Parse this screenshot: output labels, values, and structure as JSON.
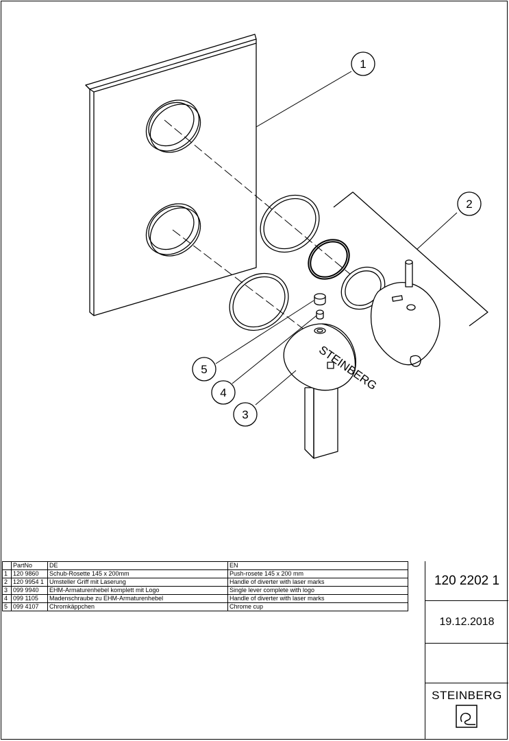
{
  "balloons": [
    "1",
    "2",
    "3",
    "4",
    "5"
  ],
  "parts_table": {
    "headers": [
      "",
      "PartNo",
      "DE",
      "EN"
    ],
    "rows": [
      [
        "1",
        "120 9860",
        "Schub-Rosette 145 x 200mm",
        "Push-rosete 145 x 200 mm"
      ],
      [
        "2",
        "120 9954 1",
        "Umsteller Griff mit Laserung",
        "Handle of diverter with laser marks"
      ],
      [
        "3",
        "099 9940",
        "EHM-Armaturenhebel komplett mit Logo",
        "Single lever complete with logo"
      ],
      [
        "4",
        "099 1105",
        "Madenschraube zu EHM-Armaturenhebel",
        "Handle of diverter with laser marks"
      ],
      [
        "5",
        "099 4107",
        "Chromkäppchen",
        "Chrome cup"
      ]
    ]
  },
  "title_block": {
    "drawing_number": "120 2202 1",
    "date": "19.12.2018",
    "brand": "STEINBERG"
  },
  "lever_logo_text": "STEINBERG",
  "icons": [
    "steinberg-logo-icon"
  ]
}
